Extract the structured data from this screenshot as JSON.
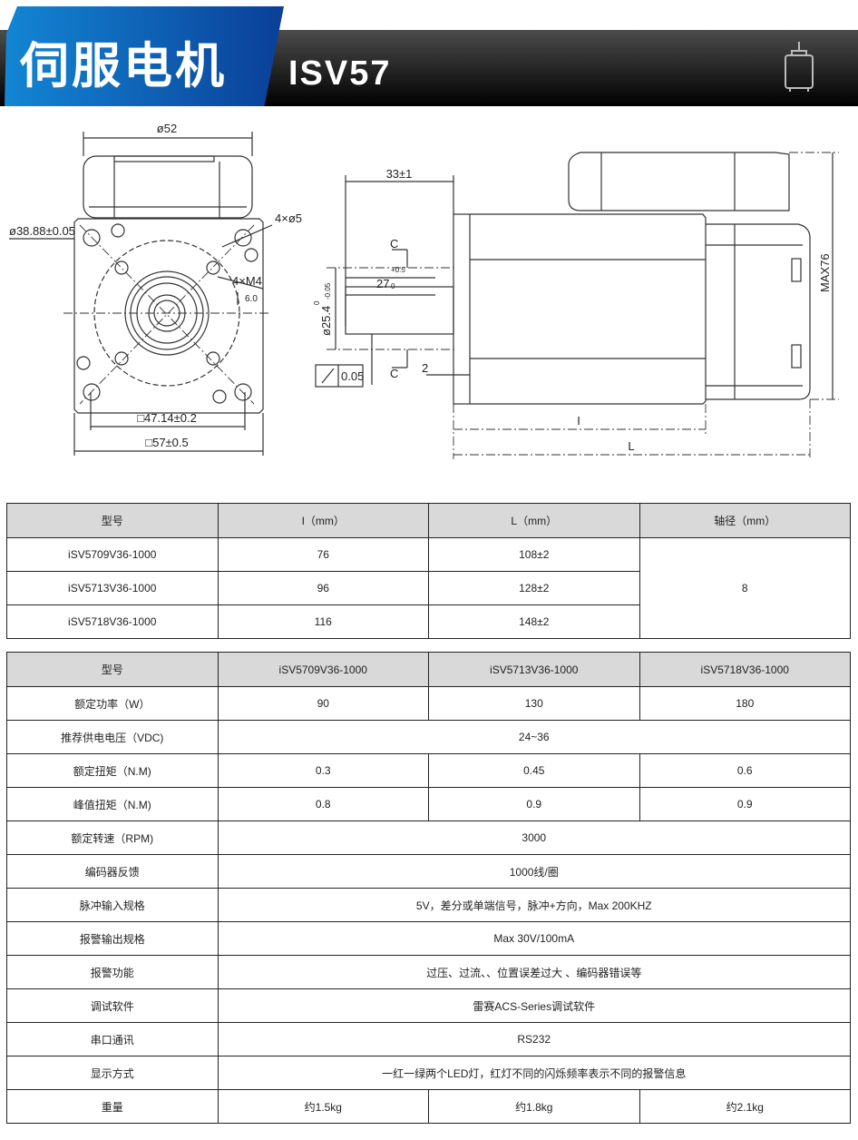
{
  "header": {
    "title": "伺服电机",
    "model": "ISV57",
    "icon": "motor-outline-icon"
  },
  "drawing": {
    "front": {
      "d52": "ø52",
      "d3888": "ø38.88±0.05",
      "holes": "4×ø5",
      "m4": "4×M4",
      "depth": "6.0",
      "sq47": "□47.14±0.2",
      "sq57": "□57±0.5"
    },
    "side": {
      "d33": "33±1",
      "section": "C",
      "key": "27",
      "key_tol": "+0.5",
      "key_tol_low": "0",
      "shaft": "ø25.4",
      "shaft_tol_up": "0",
      "shaft_tol_low": "-0.05",
      "runout": "0.05",
      "d2": "2",
      "I": "I",
      "L": "L",
      "max76": "MAX76"
    }
  },
  "dims_table": {
    "headers": [
      "型号",
      "I（mm）",
      "L（mm）",
      "轴径（mm）"
    ],
    "rows": [
      {
        "model": "iSV5709V36-1000",
        "I": "76",
        "L": "108±2"
      },
      {
        "model": "iSV5713V36-1000",
        "I": "96",
        "L": "128±2"
      },
      {
        "model": "iSV5718V36-1000",
        "I": "116",
        "L": "148±2"
      }
    ],
    "shaft": "8"
  },
  "spec_table": {
    "headers": [
      "型号",
      "iSV5709V36-1000",
      "iSV5713V36-1000",
      "iSV5718V36-1000"
    ],
    "rows": [
      {
        "label": "额定功率（W）",
        "values": [
          "90",
          "130",
          "180"
        ]
      },
      {
        "label": "推荐供电电压（VDC)",
        "value": "24~36"
      },
      {
        "label": "额定扭矩（N.M)",
        "values": [
          "0.3",
          "0.45",
          "0.6"
        ]
      },
      {
        "label": "峰值扭矩（N.M)",
        "values": [
          "0.8",
          "0.9",
          "0.9"
        ]
      },
      {
        "label": "额定转速（RPM)",
        "value": "3000"
      },
      {
        "label": "编码器反馈",
        "value": "1000线/圈"
      },
      {
        "label": "脉冲输入规格",
        "value": "5V，差分或单端信号，脉冲+方向，Max 200KHZ"
      },
      {
        "label": "报警输出规格",
        "value": "Max 30V/100mA"
      },
      {
        "label": "报警功能",
        "value": "过压、过流、、位置误差过大 、编码器错误等"
      },
      {
        "label": "调试软件",
        "value": "雷赛ACS-Series调试软件"
      },
      {
        "label": "串口通讯",
        "value": "RS232"
      },
      {
        "label": "显示方式",
        "value": "一红一绿两个LED灯，红灯不同的闪烁频率表示不同的报警信息"
      },
      {
        "label": "重量",
        "values": [
          "约1.5kg",
          "约1.8kg",
          "约2.1kg"
        ]
      }
    ]
  }
}
